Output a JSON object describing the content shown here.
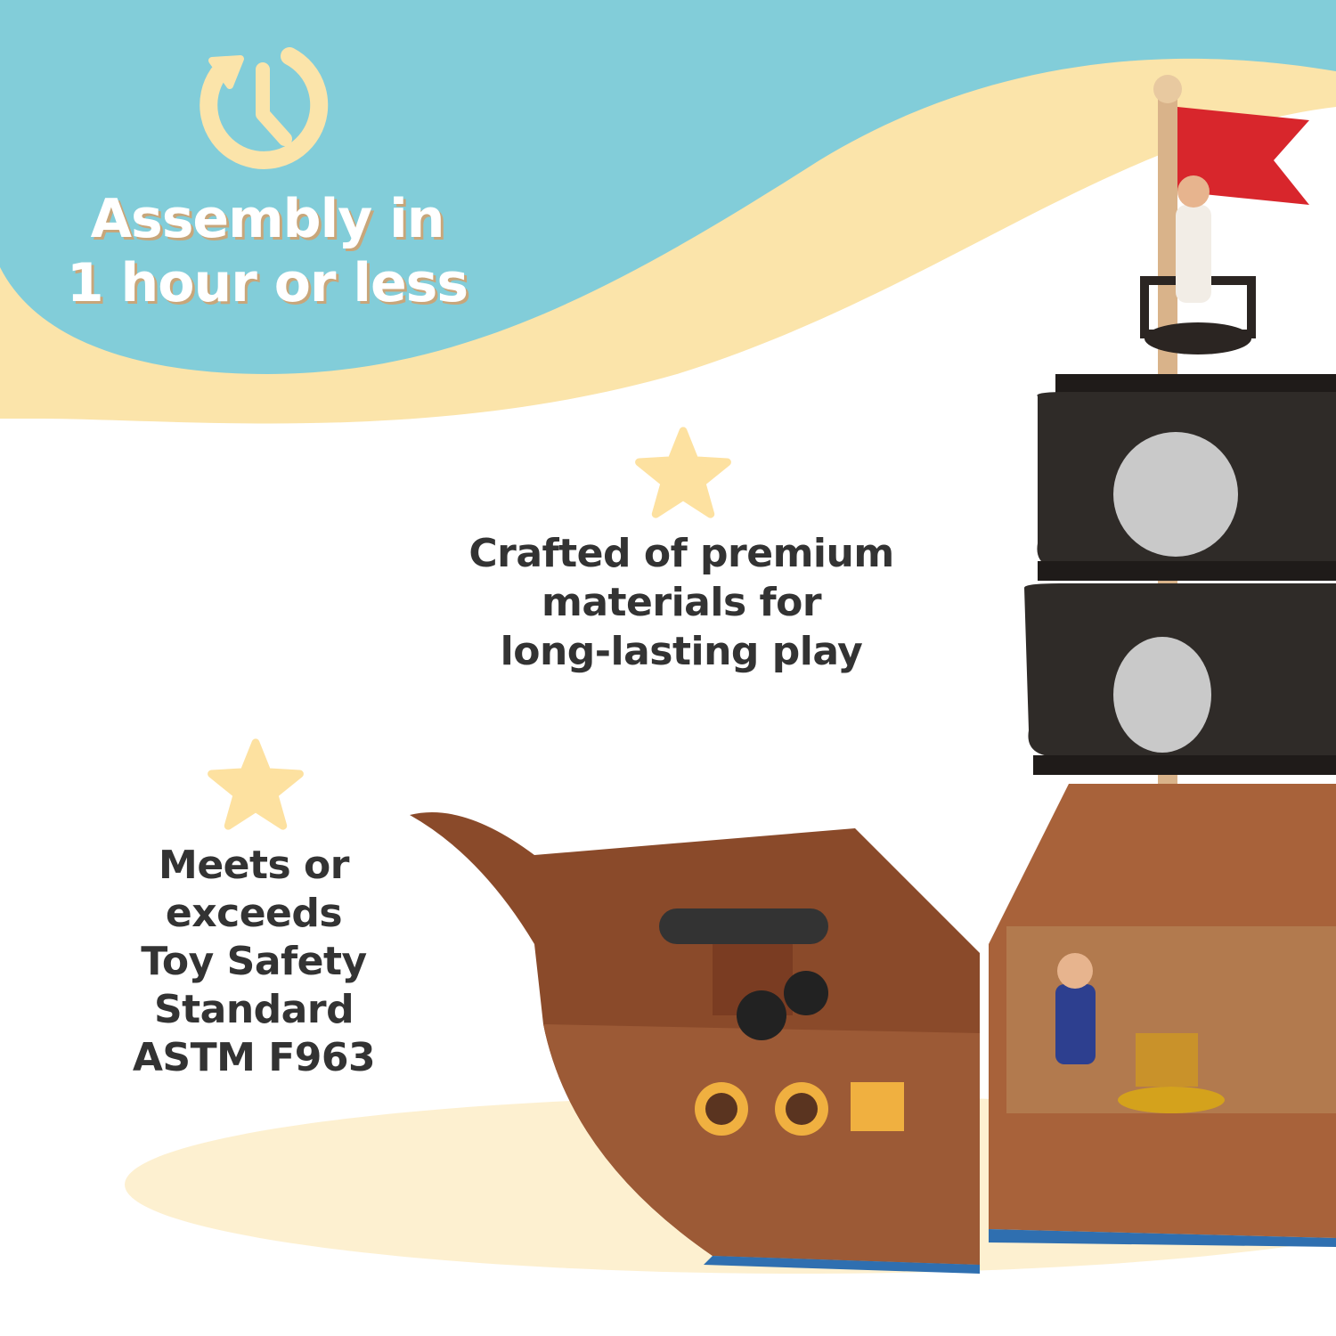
{
  "banner": {
    "icon": "clock-refresh-icon",
    "title_line1": "Assembly in",
    "title_line2": "1 hour or less"
  },
  "features": [
    {
      "icon": "star-icon",
      "lines": [
        "Crafted of premium",
        "materials for",
        "long-lasting play"
      ]
    },
    {
      "icon": "star-icon",
      "lines": [
        "Meets or",
        "exceeds",
        "Toy Safety",
        "Standard",
        "ASTM F963"
      ]
    }
  ],
  "colors": {
    "teal": "#82cdd9",
    "cream": "#fbe4aa",
    "star": "#fde1a0",
    "text": "#333333"
  }
}
